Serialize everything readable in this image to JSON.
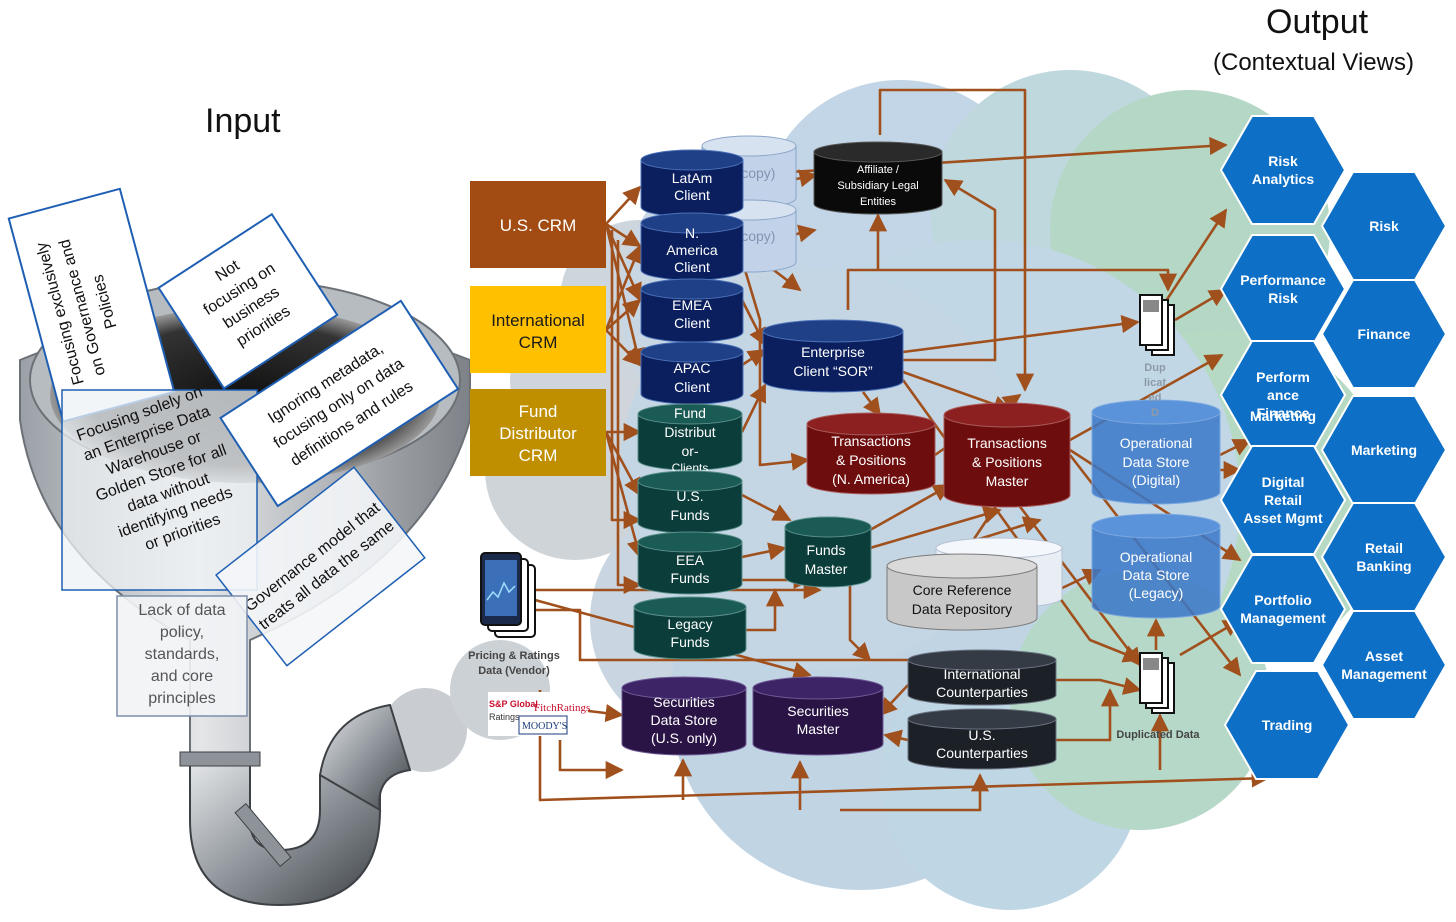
{
  "titles": {
    "input": "Input",
    "output": "Output",
    "output_sub": "(Contextual  Views)"
  },
  "funnel_notes": {
    "governance": [
      "Focusing exclusively",
      "on Governance and",
      "Policies"
    ],
    "priorities": [
      "Not",
      "focusing on",
      "business",
      "priorities"
    ],
    "metadata": [
      "Ignoring metadata,",
      "focusing only on data",
      "definitions and rules"
    ],
    "warehouse": [
      "Focusing solely on",
      "an Enterprise Data",
      "Warehouse or",
      "Golden Store for all",
      "data without",
      "identifying needs",
      "or priorities"
    ],
    "governance_model": [
      "Governance model that",
      "treats all data the same"
    ],
    "policy": [
      "Lack of data",
      "policy,",
      "standards,",
      "and core",
      "principles"
    ]
  },
  "crm": [
    {
      "lines": [
        "U.S. CRM"
      ],
      "color": "#a24b12",
      "text": "#ffffff"
    },
    {
      "lines": [
        "International",
        "CRM"
      ],
      "color": "#ffc000",
      "text": "#1a1a1a"
    },
    {
      "lines": [
        "Fund",
        "Distributor",
        "CRM"
      ],
      "color": "#bf8f00",
      "text": "#ffffff"
    }
  ],
  "client_stores": {
    "latam": [
      "LatAm",
      "Client"
    ],
    "namerica": [
      "N.",
      "America",
      "Client"
    ],
    "emea": [
      "EMEA",
      "Client"
    ],
    "apac": [
      "APAC",
      "Client"
    ],
    "copy1": "(copy)",
    "copy2": "(copy)"
  },
  "fund_stores": {
    "distributor": [
      "Fund",
      "Distribut",
      "or-",
      "Clients"
    ],
    "us": [
      "U.S.",
      "Funds"
    ],
    "eea": [
      "EEA",
      "Funds"
    ],
    "legacy": [
      "Legacy",
      "Funds"
    ],
    "master": [
      "Funds",
      "Master"
    ]
  },
  "core_stores": {
    "affiliate": [
      "Affiliate /",
      "Subsidiary Legal",
      "Entities"
    ],
    "enterprise_client": [
      "Enterprise",
      "Client “SOR”"
    ],
    "tp_na": [
      "Transactions",
      "& Positions",
      "(N. America)"
    ],
    "tp_master": [
      "Transactions",
      "& Positions",
      "Master"
    ],
    "ods_digital": [
      "Operational",
      "Data Store",
      "(Digital)"
    ],
    "ods_legacy": [
      "Operational",
      "Data Store",
      "(Legacy)"
    ],
    "core_ref": [
      "Core Reference",
      "Data Repository"
    ],
    "intl_cp": [
      "International",
      "Counterparties"
    ],
    "us_cp": [
      "U.S.",
      "Counterparties"
    ],
    "sec_ds": [
      "Securities",
      "Data Store",
      "(U.S. only)"
    ],
    "sec_master": [
      "Securities",
      "Master"
    ]
  },
  "duplicated": {
    "top_fragment": [
      "Dup",
      "licat",
      "ed",
      "D"
    ],
    "bottom": "Duplicated Data"
  },
  "vendor": {
    "label": [
      "Pricing & Ratings",
      "Data (Vendor)"
    ],
    "logos": {
      "sp1": "S&P Global",
      "sp2": "Ratings",
      "fitch": "FitchRatings",
      "moodys": "MOODY'S"
    }
  },
  "hexes": [
    {
      "lines": [
        "Risk",
        "Analytics"
      ]
    },
    {
      "lines": [
        "Risk"
      ]
    },
    {
      "lines": [
        "Performance",
        "Risk"
      ]
    },
    {
      "lines": [
        "Finance"
      ]
    },
    {
      "lines": [
        "Perform",
        "ance",
        "Finance"
      ]
    },
    {
      "lines": [
        "Marketing"
      ]
    },
    {
      "lines": [
        "Digital",
        "Retail",
        "Asset Mgmt"
      ]
    },
    {
      "lines": [
        "Retail",
        "Banking"
      ]
    },
    {
      "lines": [
        "Portfolio",
        "Management"
      ]
    },
    {
      "lines": [
        "Asset",
        "Management"
      ]
    },
    {
      "lines": [
        "Trading"
      ]
    }
  ],
  "hex_extra": "Marketing",
  "colors": {
    "arrow": "#a0501c",
    "navy": "#0b1f5e",
    "teal": "#0b3d3a",
    "maroon": "#6e0d0d",
    "purple": "#2a1446",
    "hex_blue": "#0d6fc6",
    "ods_blue": "#3a78c8"
  }
}
